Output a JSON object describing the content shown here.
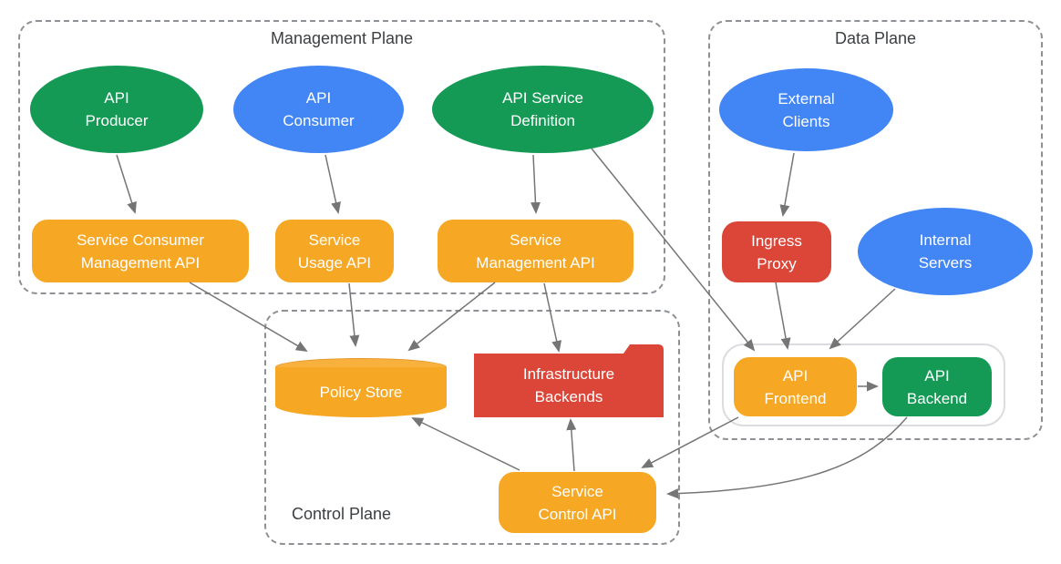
{
  "planes": {
    "management": {
      "label": "Management Plane"
    },
    "data": {
      "label": "Data Plane"
    },
    "control": {
      "label": "Control Plane"
    }
  },
  "nodes": {
    "api_producer": {
      "label": "API\nProducer",
      "shape": "ellipse",
      "color": "#149a55"
    },
    "api_consumer": {
      "label": "API\nConsumer",
      "shape": "ellipse",
      "color": "#4285f4"
    },
    "api_service_definition": {
      "label": "API Service\nDefinition",
      "shape": "ellipse",
      "color": "#149a55"
    },
    "external_clients": {
      "label": "External\nClients",
      "shape": "ellipse",
      "color": "#4285f4"
    },
    "internal_servers": {
      "label": "Internal\nServers",
      "shape": "ellipse",
      "color": "#4285f4"
    },
    "service_consumer_management_api": {
      "label": "Service Consumer\nManagement API",
      "shape": "rounded-rect",
      "color": "#f6a724"
    },
    "service_usage_api": {
      "label": "Service\nUsage API",
      "shape": "rounded-rect",
      "color": "#f6a724"
    },
    "service_management_api": {
      "label": "Service\nManagement API",
      "shape": "rounded-rect",
      "color": "#f6a724"
    },
    "ingress_proxy": {
      "label": "Ingress\nProxy",
      "shape": "rounded-rect",
      "color": "#dc4639"
    },
    "policy_store": {
      "label": "Policy Store",
      "shape": "cylinder",
      "color": "#f6a724"
    },
    "infrastructure_backends": {
      "label": "Infrastructure\nBackends",
      "shape": "folder",
      "color": "#dc4639"
    },
    "service_control_api": {
      "label": "Service\nControl API",
      "shape": "rounded-rect",
      "color": "#f6a724"
    },
    "api_frontend": {
      "label": "API\nFrontend",
      "shape": "rounded-rect",
      "color": "#f6a724"
    },
    "api_backend": {
      "label": "API\nBackend",
      "shape": "rounded-rect",
      "color": "#149a55"
    }
  },
  "edges": [
    {
      "from": "api_producer",
      "to": "service_consumer_management_api"
    },
    {
      "from": "api_consumer",
      "to": "service_usage_api"
    },
    {
      "from": "api_service_definition",
      "to": "service_management_api"
    },
    {
      "from": "api_service_definition",
      "to": "api_frontend"
    },
    {
      "from": "external_clients",
      "to": "ingress_proxy"
    },
    {
      "from": "ingress_proxy",
      "to": "api_frontend"
    },
    {
      "from": "internal_servers",
      "to": "api_frontend"
    },
    {
      "from": "service_consumer_management_api",
      "to": "policy_store"
    },
    {
      "from": "service_usage_api",
      "to": "policy_store"
    },
    {
      "from": "service_management_api",
      "to": "policy_store"
    },
    {
      "from": "service_management_api",
      "to": "infrastructure_backends"
    },
    {
      "from": "service_control_api",
      "to": "policy_store"
    },
    {
      "from": "service_control_api",
      "to": "infrastructure_backends"
    },
    {
      "from": "api_frontend",
      "to": "api_backend"
    },
    {
      "from": "api_frontend",
      "to": "service_control_api"
    },
    {
      "from": "api_backend",
      "to": "service_control_api"
    }
  ],
  "colors": {
    "green": "#149a55",
    "blue": "#4285f4",
    "orange": "#f6a724",
    "red": "#dc4639",
    "edge_line": "#757575",
    "plane_border": "#8d9196",
    "plane_label": "#3c4043",
    "inner_container_border": "#dadce0",
    "background": "#ffffff"
  }
}
